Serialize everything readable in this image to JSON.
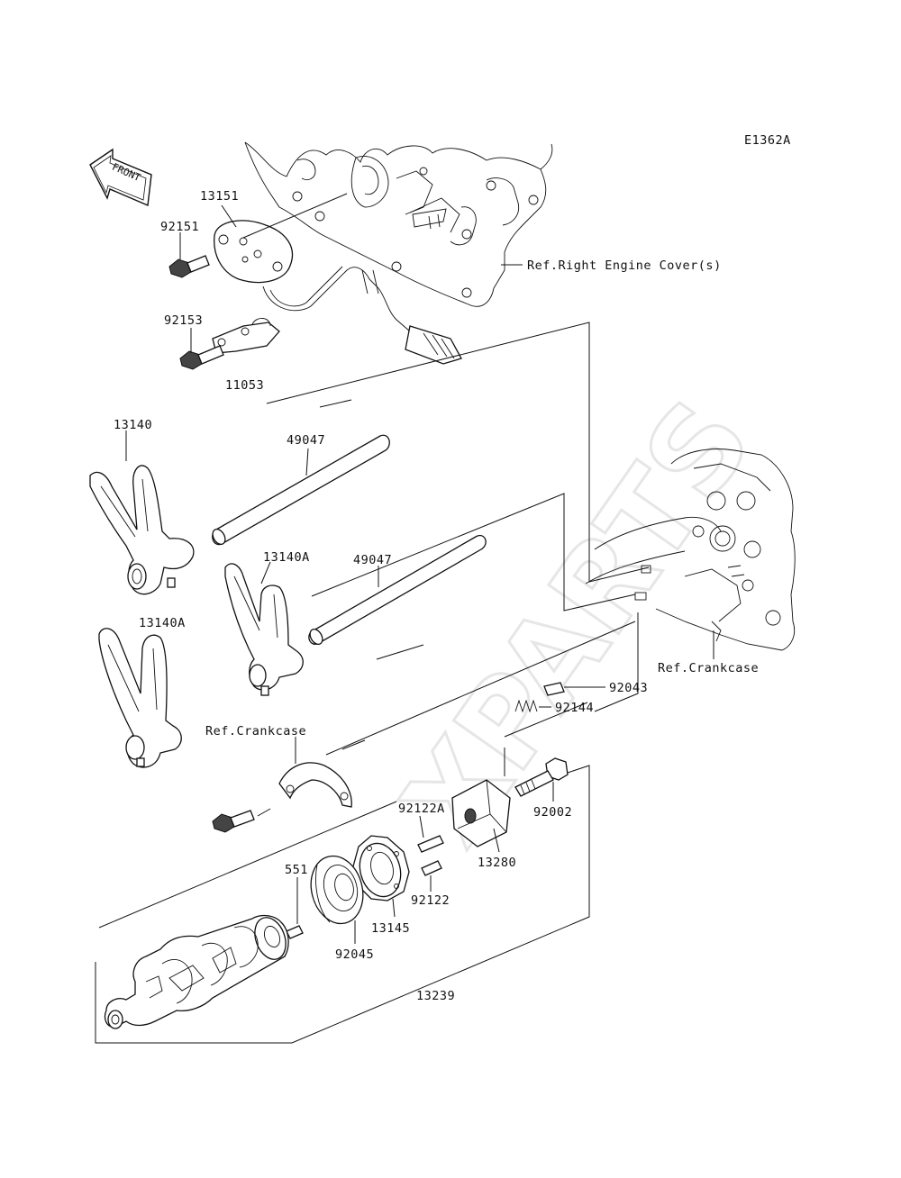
{
  "diagram_code": "E1362A",
  "front_arrow": "FRONT",
  "watermark": "XPARTS",
  "callouts": {
    "p13151": "13151",
    "p92151": "92151",
    "p92153": "92153",
    "p11053": "11053",
    "ref_right_cover": "Ref.Right Engine Cover(s)",
    "p13140": "13140",
    "p49047_a": "49047",
    "p13140A_a": "13140A",
    "p49047_b": "49047",
    "p13140A_b": "13140A",
    "ref_crankcase_right": "Ref.Crankcase",
    "ref_crankcase_left": "Ref.Crankcase",
    "p92043": "92043",
    "p92144": "92144",
    "p92002": "92002",
    "p92122A": "92122A",
    "p13280": "13280",
    "p551": "551",
    "p92122": "92122",
    "p13145": "13145",
    "p92045": "92045",
    "p13239": "13239"
  }
}
